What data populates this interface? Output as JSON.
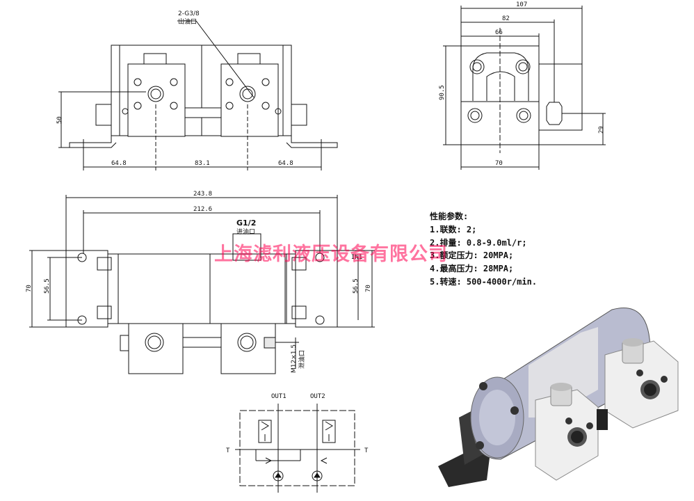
{
  "top_view": {
    "port_label": "2-G3/8",
    "port_sub": "出油口",
    "dim_left": "64.8",
    "dim_center": "83.1",
    "dim_right": "64.8",
    "dim_height": "50"
  },
  "side_view": {
    "dim_total": "107",
    "dim_mid": "82",
    "dim_inner": "66",
    "dim_height": "90.5",
    "dim_low": "29",
    "dim_width": "70"
  },
  "front_view": {
    "dim_total": "243.8",
    "dim_mid": "212.6",
    "inlet_label": "G1/2",
    "inlet_sub": "进油口",
    "dim_left_outer": "70",
    "dim_left_inner": "56.5",
    "dim_right_inner": "56.5",
    "dim_right_outer": "70",
    "drain_label": "M12×1.5",
    "drain_sub": "泄油口",
    "side_mark": "IN1"
  },
  "schematic": {
    "out1": "OUT1",
    "out2": "OUT2",
    "t_left": "T",
    "t_right": "T"
  },
  "specs": {
    "title": "性能参数:",
    "lines": [
      "1.联数: 2;",
      "2.排量: 0.8-9.0ml/r;",
      "3.额定压力: 20MPA;",
      "4.最高压力: 28MPA;",
      "5.转速: 500-4000r/min."
    ]
  },
  "watermark": "上海滤利液压设备有限公司",
  "colors": {
    "line": "#111111",
    "watermark": "#ff0050",
    "body_gray": "#b9bcd0",
    "block_white": "#f2f2f2",
    "bracket": "#2a2a2a"
  }
}
